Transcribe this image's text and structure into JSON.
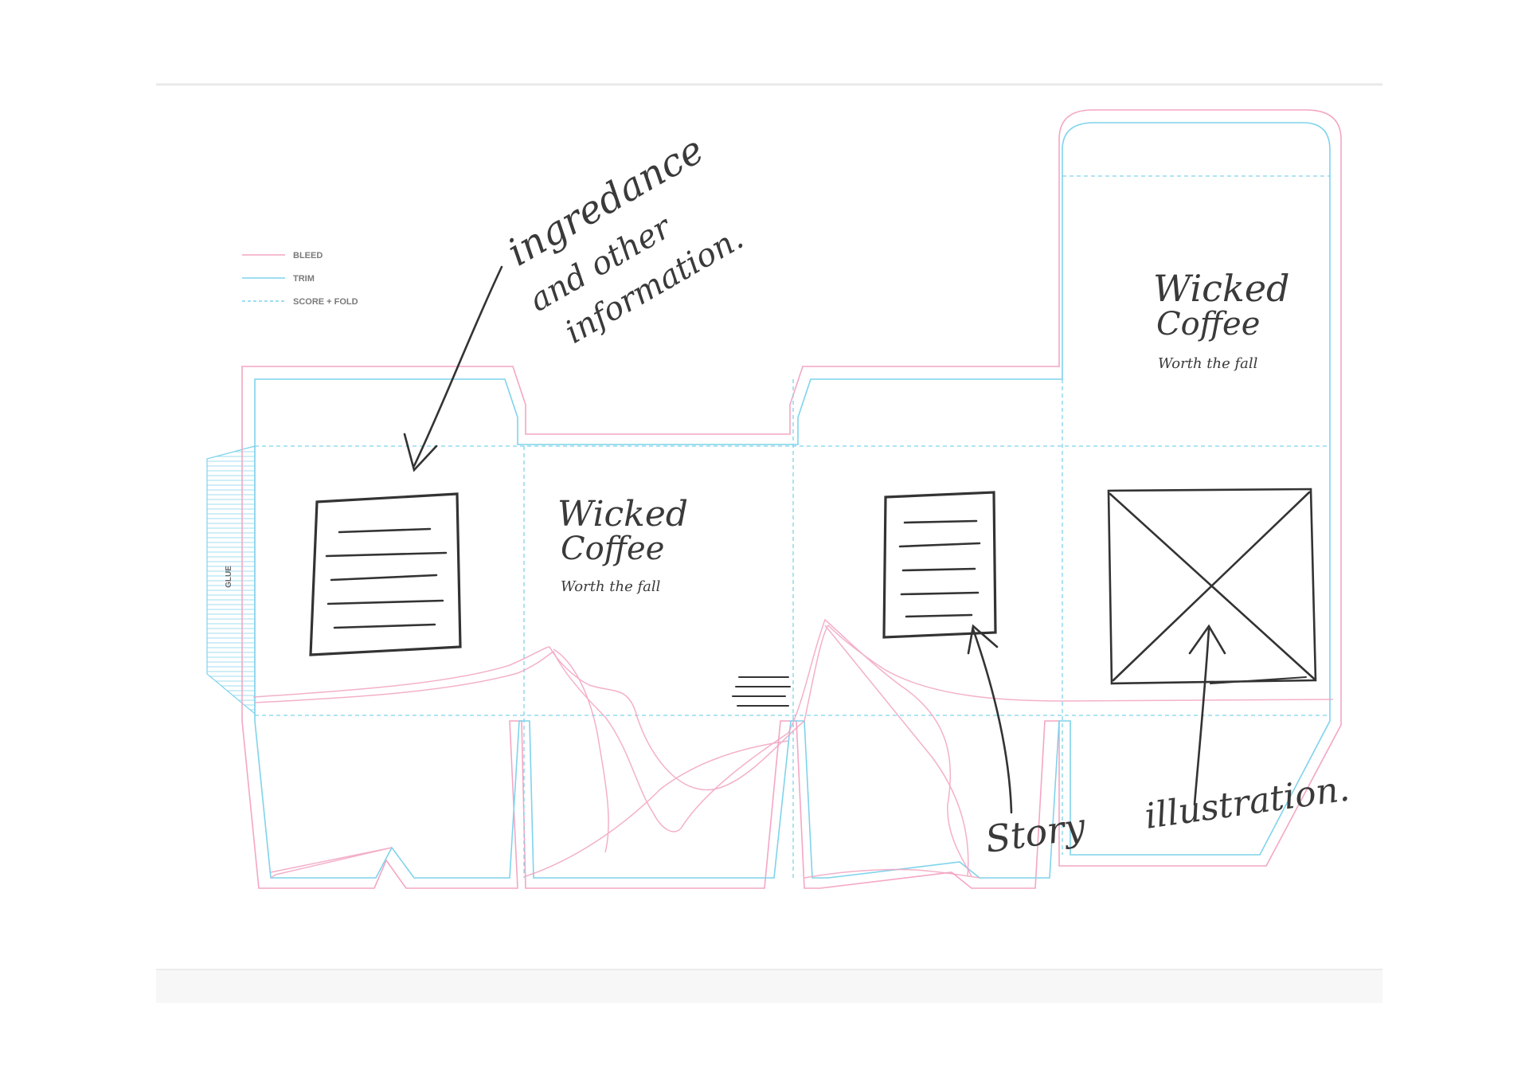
{
  "legend": {
    "items": [
      {
        "label": "BLEED",
        "color": "#f4a6c4",
        "style": "solid"
      },
      {
        "label": "TRIM",
        "color": "#7fd3ec",
        "style": "solid"
      },
      {
        "label": "SCORE + FOLD",
        "color": "#7fd3ec",
        "style": "dashed"
      }
    ]
  },
  "glue_label": "GLUE",
  "annotations": {
    "ingredients": {
      "line1": "ingredance",
      "line2": "and other",
      "line3": "information."
    },
    "story": "Story",
    "illustration": "illustration."
  },
  "brand_front": {
    "line1": "Wicked",
    "line2": "Coffee",
    "tagline": "Worth the fall"
  },
  "brand_top": {
    "line1": "Wicked",
    "line2": "Coffee",
    "tagline": "Worth the fall"
  },
  "colors": {
    "bleed": "#f4a6c4",
    "trim": "#7fd3ec",
    "pencil": "#333333",
    "sketch_pink": "#f2a3c0"
  }
}
